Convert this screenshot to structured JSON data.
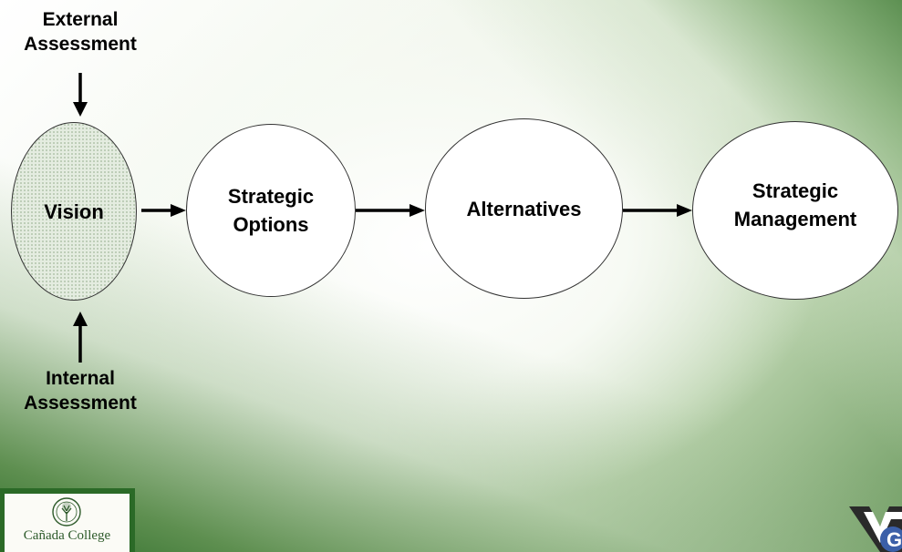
{
  "inputs": {
    "external": {
      "line1": "External",
      "line2": "Assessment"
    },
    "internal": {
      "line1": "Internal",
      "line2": "Assessment"
    }
  },
  "nodes": {
    "vision": {
      "label": "Vision"
    },
    "strategic_options": {
      "line1": "Strategic",
      "line2": "Options"
    },
    "alternatives": {
      "label": "Alternatives"
    },
    "strategic_management": {
      "line1": "Strategic",
      "line2": "Management"
    }
  },
  "logos": {
    "left": {
      "text": "Cañada College"
    },
    "right": {
      "icon": "college-shield-logo"
    }
  },
  "colors": {
    "accent_green": "#2b6a27"
  }
}
